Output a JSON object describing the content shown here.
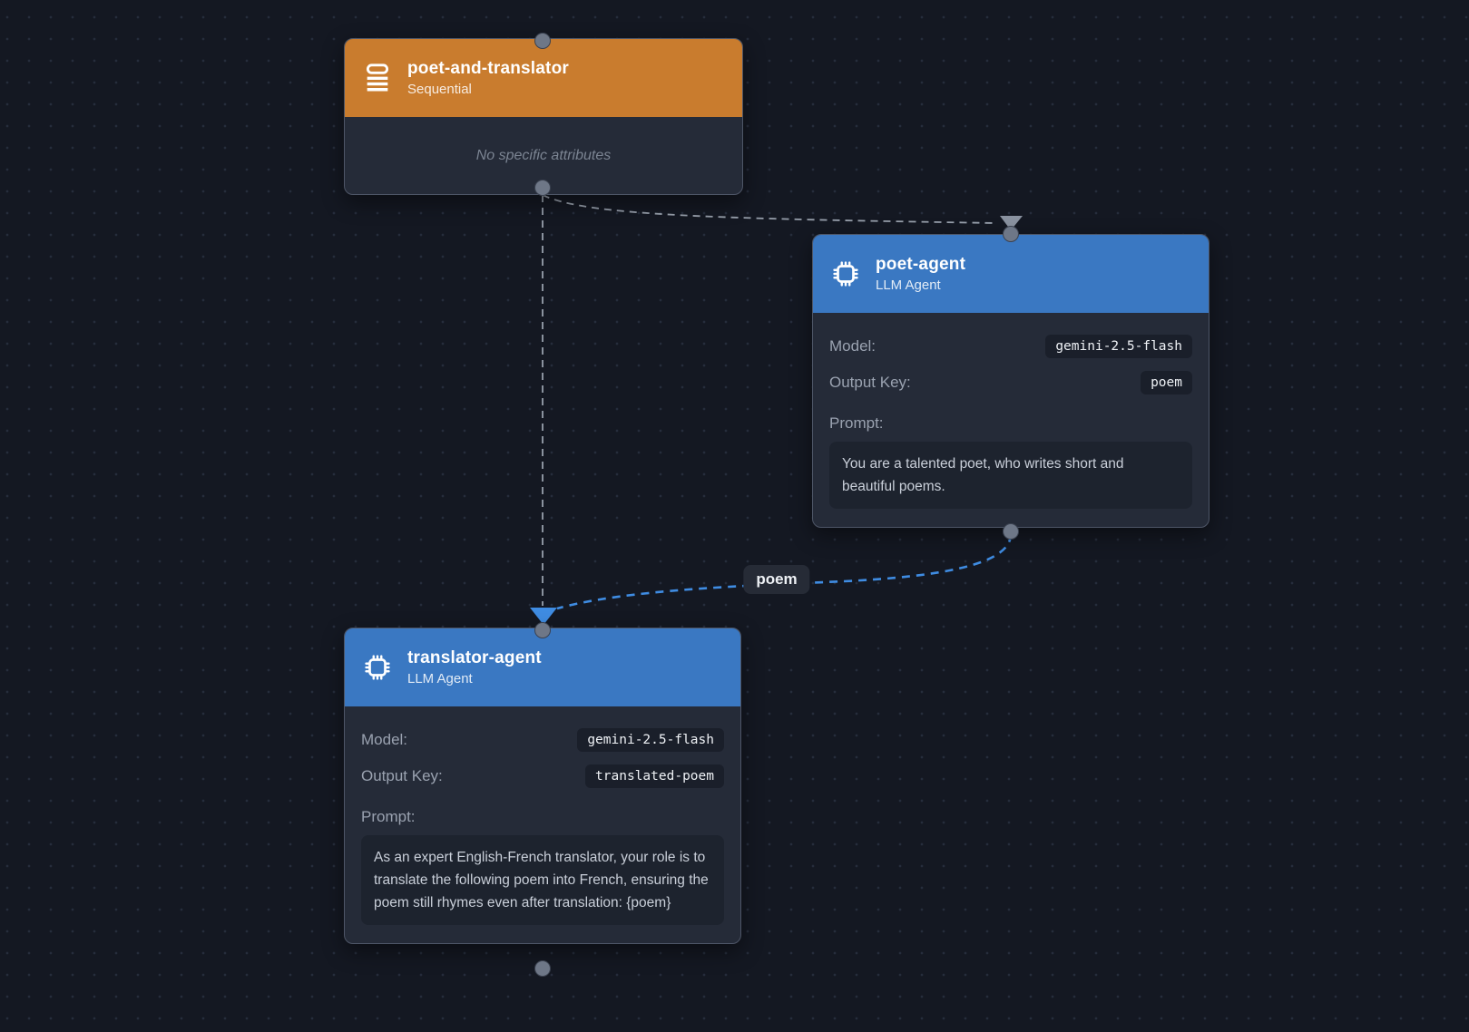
{
  "canvas": {
    "background_color": "#141822",
    "dot_color": "#262d3c"
  },
  "colors": {
    "sequential_header": "#c97c2e",
    "llm_agent_header": "#3a78c2",
    "node_body": "#252b38",
    "grey_edge": "#98a0ac",
    "blue_edge": "#3f8ce2"
  },
  "nodes": [
    {
      "id": "poet-and-translator",
      "title": "poet-and-translator",
      "subtitle": "Sequential",
      "icon": "sequential-list-icon",
      "note": "No specific attributes"
    },
    {
      "id": "poet-agent",
      "title": "poet-agent",
      "subtitle": "LLM Agent",
      "icon": "cpu-chip-icon",
      "fields": {
        "model_label": "Model:",
        "model_value": "gemini-2.5-flash",
        "output_key_label": "Output Key:",
        "output_key_value": "poem",
        "prompt_label": "Prompt:",
        "prompt_text": "You are a talented poet, who writes short and beautiful poems."
      }
    },
    {
      "id": "translator-agent",
      "title": "translator-agent",
      "subtitle": "LLM Agent",
      "icon": "cpu-chip-icon",
      "fields": {
        "model_label": "Model:",
        "model_value": "gemini-2.5-flash",
        "output_key_label": "Output Key:",
        "output_key_value": "translated-poem",
        "prompt_label": "Prompt:",
        "prompt_text": "As an expert English-French translator, your role is to translate the following poem into French, ensuring the poem still rhymes even after translation: {poem}"
      }
    }
  ],
  "edges": [
    {
      "from": "poet-and-translator",
      "to": "poet-agent",
      "style": "dashed-grey",
      "label": ""
    },
    {
      "from": "poet-and-translator",
      "to": "translator-agent",
      "style": "dashed-grey",
      "label": ""
    },
    {
      "from": "poet-agent",
      "to": "translator-agent",
      "style": "dashed-blue",
      "label": "poem"
    }
  ]
}
